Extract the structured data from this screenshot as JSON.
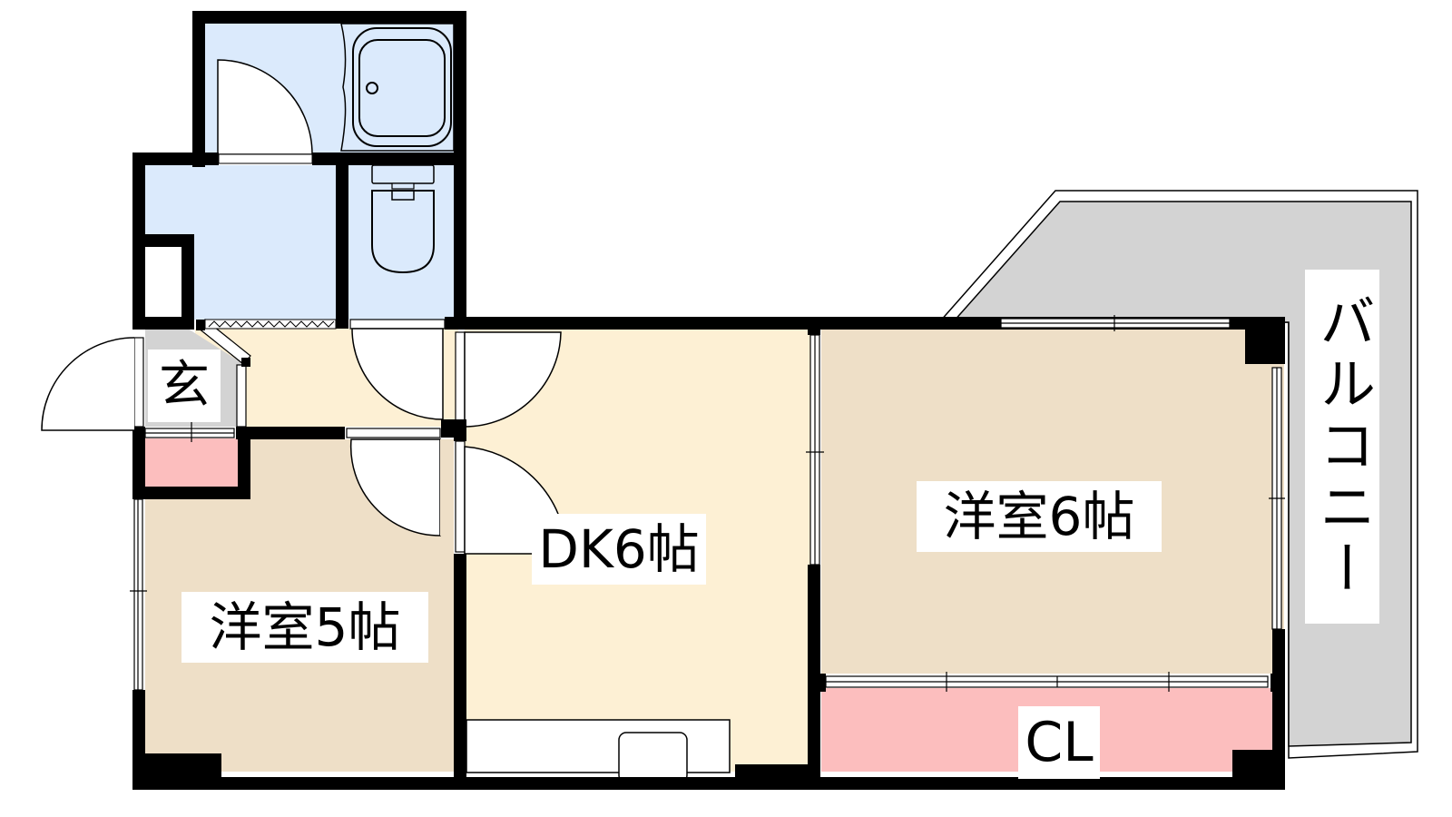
{
  "diagram": {
    "type": "floor-plan",
    "layout": "2DK",
    "colors": {
      "wall": "#000000",
      "wet_area": "#dbeafc",
      "dk_floor": "#fdf0d4",
      "western_room": "#eedfc7",
      "closet": "#fcbebe",
      "entrance": "#d3d3d3",
      "balcony": "#d3d3d3"
    },
    "rooms": {
      "entrance": {
        "label": "玄"
      },
      "dk": {
        "label": "DK6帖"
      },
      "western_room_5": {
        "label": "洋室5帖"
      },
      "western_room_6": {
        "label": "洋室6帖"
      },
      "closet": {
        "label": "CL"
      },
      "balcony": {
        "label": "バルコニー"
      }
    }
  }
}
